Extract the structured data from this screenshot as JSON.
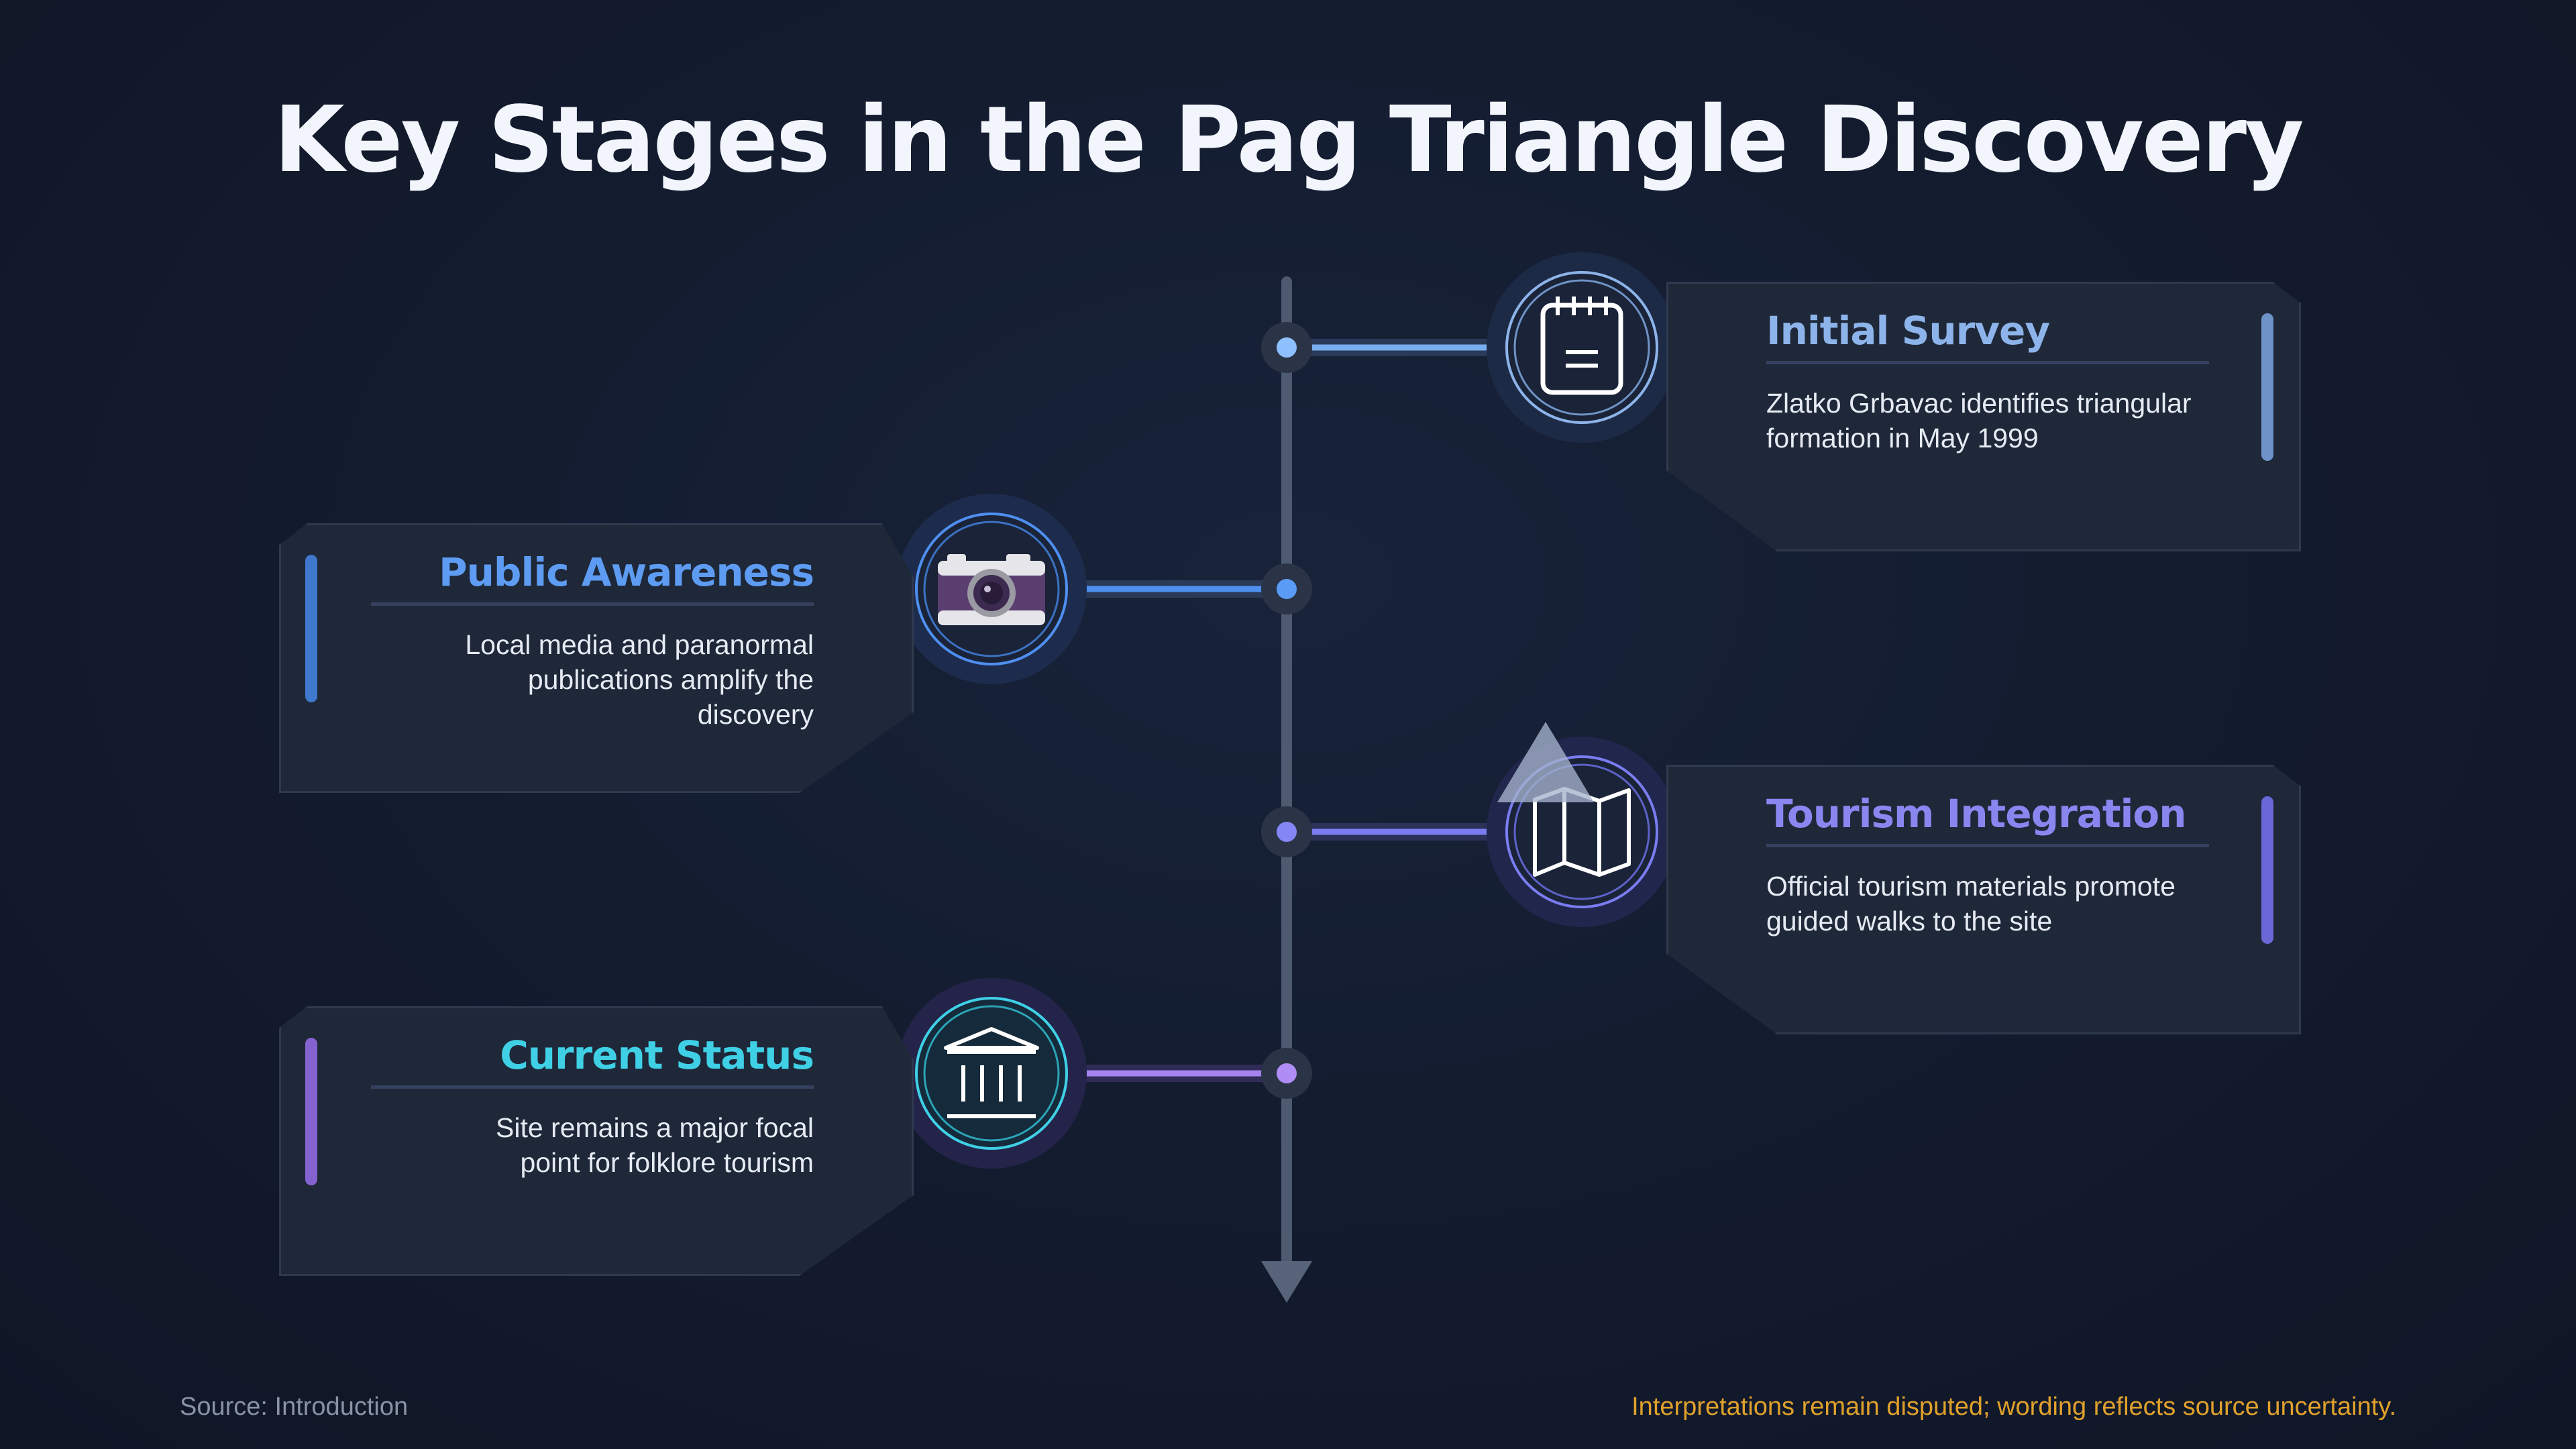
{
  "title": "Key Stages in the Pag Triangle Discovery",
  "stages": [
    {
      "title": "Initial Survey",
      "description": "Zlatko Grbavac identifies triangular formation in May 1999",
      "icon": "notepad-icon",
      "title_color": "#8db4ea",
      "accent_color": "#6d93c9",
      "connector_color": "#79aef0"
    },
    {
      "title": "Public Awareness",
      "description": "Local media and paranormal publications amplify the discovery",
      "icon": "camera-icon",
      "title_color": "#5d9cf2",
      "accent_color": "#3f78cc",
      "connector_color": "#4e8ff0"
    },
    {
      "title": "Tourism Integration",
      "description": "Official tourism materials promote guided walks to the site",
      "icon": "map-icon",
      "title_color": "#8a86f0",
      "accent_color": "#6a68d6",
      "connector_color": "#7a7cf0"
    },
    {
      "title": "Current Status",
      "description": "Site remains a major focal point for folklore tourism",
      "icon": "museum-icon",
      "title_color": "#3fd0e6",
      "accent_color": "#8462d0",
      "connector_color": "#a483f0"
    }
  ],
  "footer": {
    "source": "Source: Introduction",
    "note": "Interpretations remain disputed; wording reflects source uncertainty."
  }
}
